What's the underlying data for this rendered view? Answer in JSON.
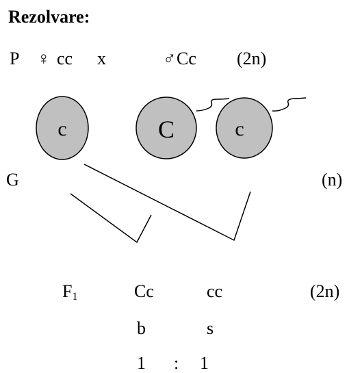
{
  "title": "Rezolvare:",
  "parents_row": {
    "p_label": "P",
    "female_symbol": "♀",
    "female_genotype": "cc",
    "cross": "x",
    "male_symbol": "♂",
    "male_genotype": "Cc",
    "ploidy": "(2n)"
  },
  "gametes": [
    {
      "label": "c"
    },
    {
      "label": "C"
    },
    {
      "label": "c"
    }
  ],
  "gamete_row": {
    "label": "G",
    "ploidy": "(n)"
  },
  "f1_row": {
    "label": "F",
    "label_sub": "1",
    "genotype_1": "Cc",
    "genotype_2": "cc",
    "ploidy": "(2n)"
  },
  "phenotype_row": {
    "pheno_1": "b",
    "pheno_2": "s"
  },
  "ratio_row": {
    "left": "1",
    "colon": ":",
    "right": "1"
  },
  "colors": {
    "cell_fill": "#c0c0c0",
    "stroke": "#000000",
    "text": "#000000"
  }
}
